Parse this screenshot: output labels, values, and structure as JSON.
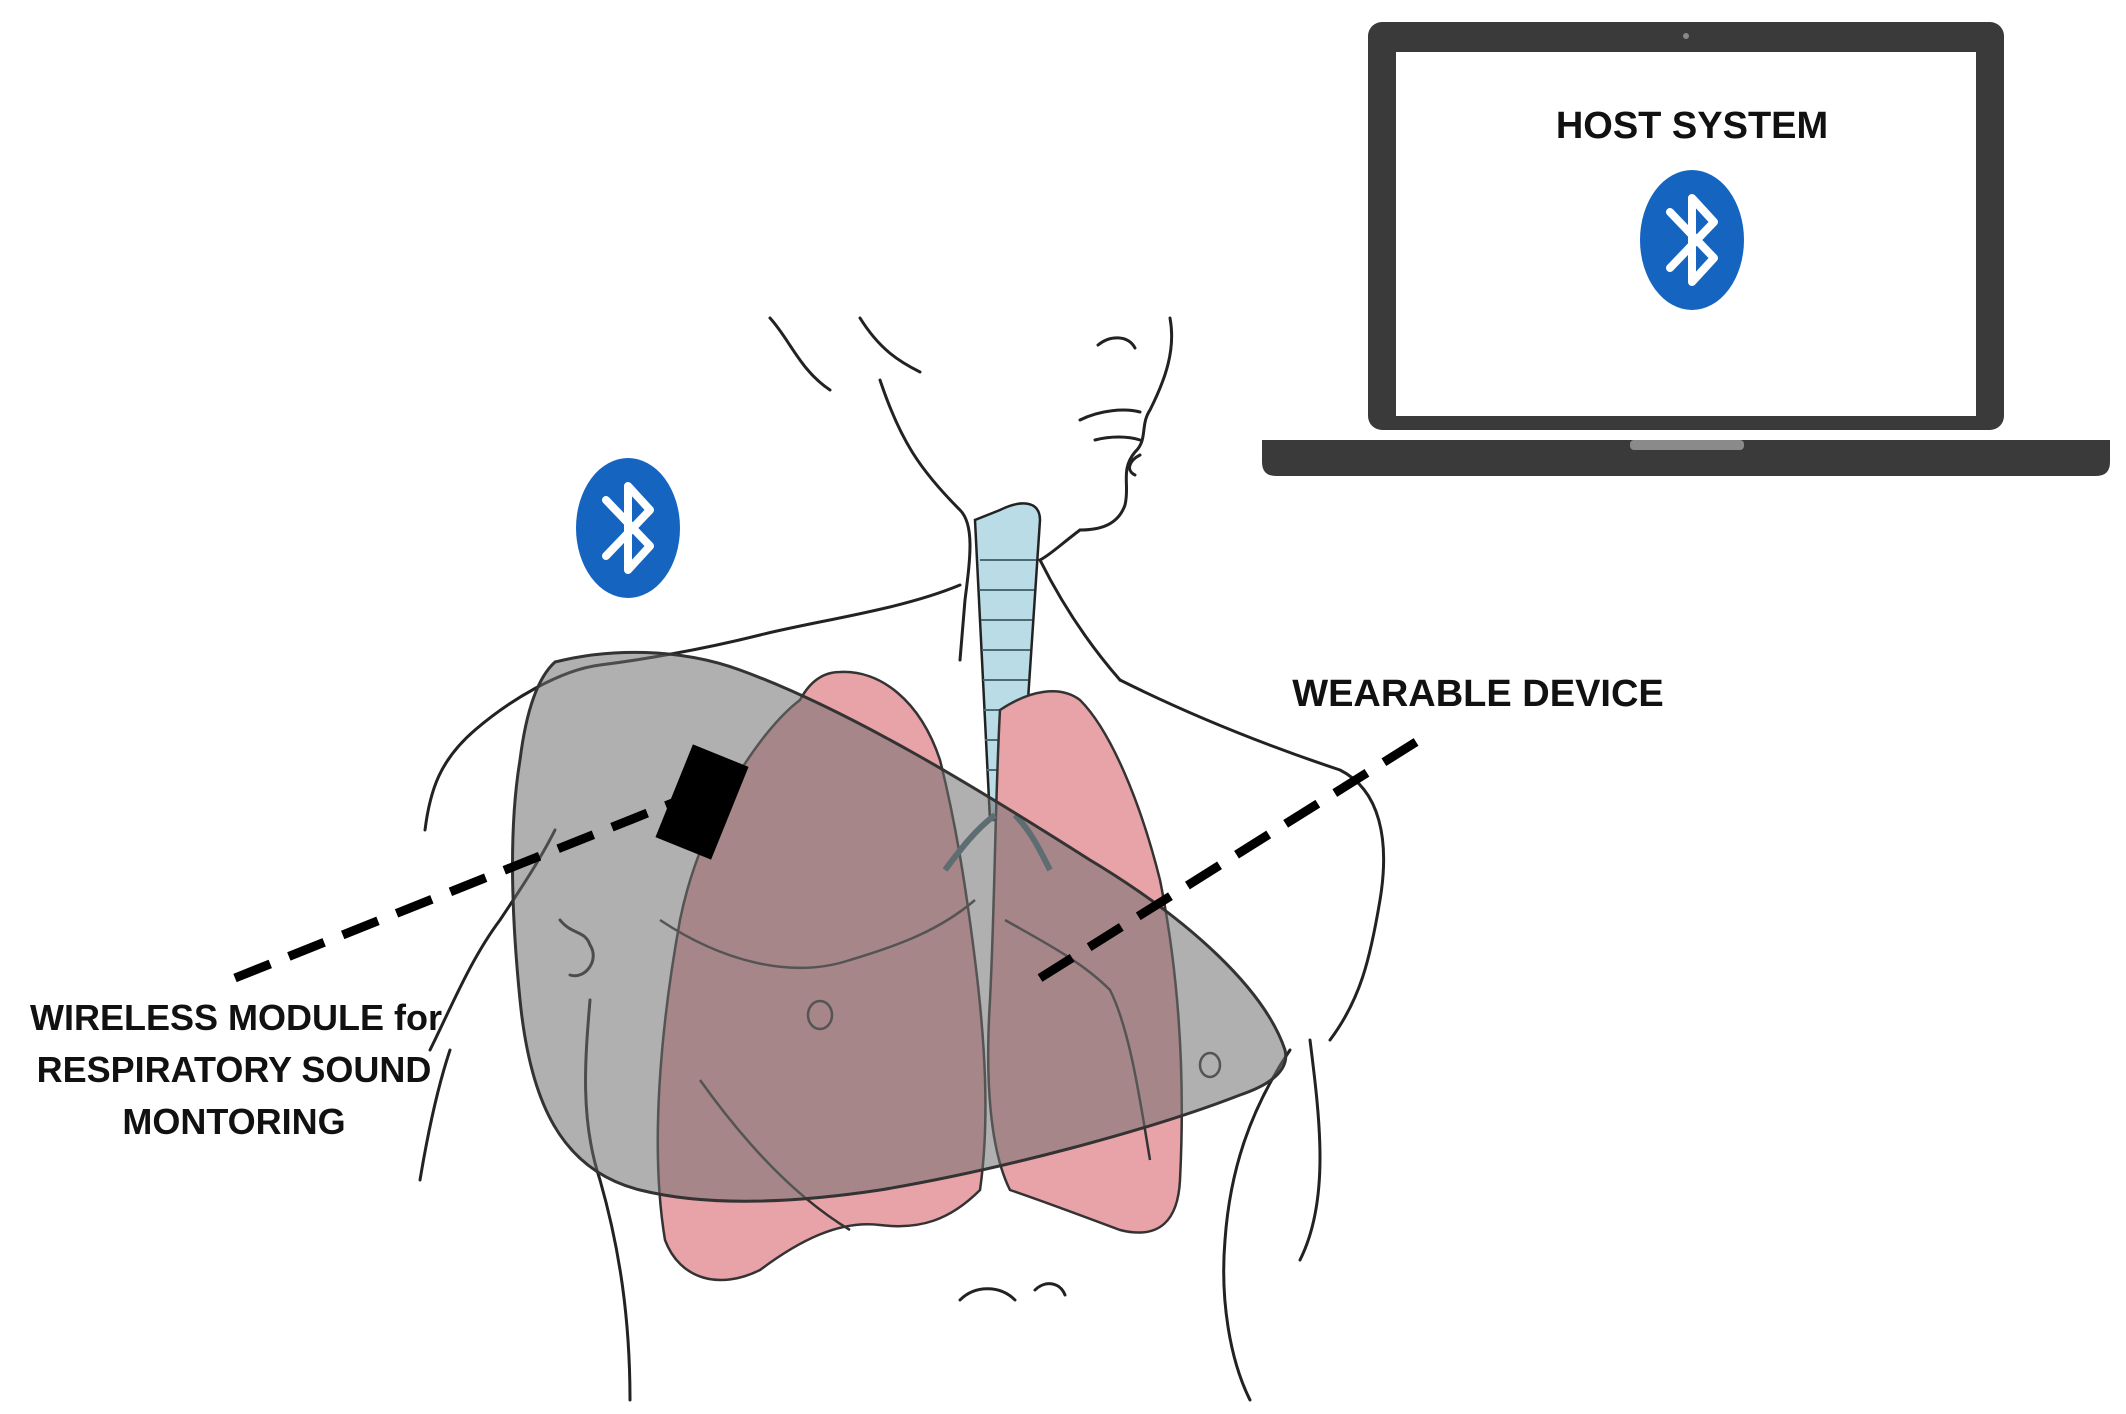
{
  "labels": {
    "host_system": "HOST SYSTEM",
    "wearable_device": "WEARABLE DEVICE",
    "wireless_module_line1": "WIRELESS MODULE for",
    "wireless_module_line2": "RESPIRATORY SOUND",
    "wireless_module_line3": "MONTORING"
  },
  "icons": {
    "bluetooth_body": "bluetooth-icon",
    "bluetooth_host": "bluetooth-icon",
    "laptop": "laptop-icon"
  },
  "colors": {
    "bluetooth_blue": "#1565c0",
    "lung_pink": "#e8a3a8",
    "lung_dark": "#b98080",
    "wearable_gray": "#8a8a8a",
    "laptop_frame": "#3a3a3a",
    "trachea_blue": "#b9dce6",
    "outline": "#222222"
  }
}
